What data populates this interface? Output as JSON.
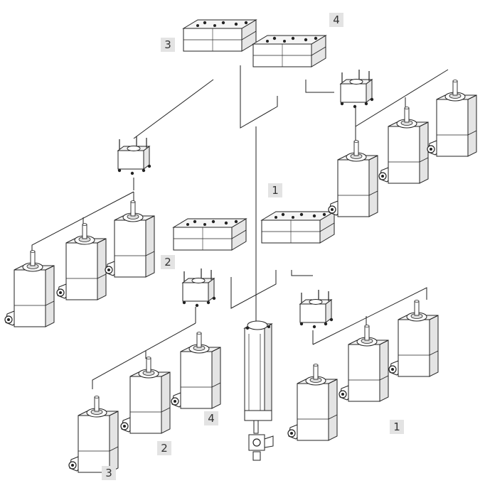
{
  "callouts": {
    "gantry_3": "3",
    "gantry_4": "4",
    "gantry_1": "1",
    "gantry_2": "2",
    "motor_4": "4",
    "motor_2": "2",
    "motor_3": "3",
    "motor_1": "1"
  },
  "colors": {
    "line": "#222222",
    "body": "#ffffff",
    "shade": "#dcdcdc",
    "label_bg": "#e3e3e3"
  },
  "icons": [
    "valve-terminal-icon",
    "servo-motor-icon",
    "adapter-block-icon",
    "pneumatic-cylinder-icon"
  ]
}
